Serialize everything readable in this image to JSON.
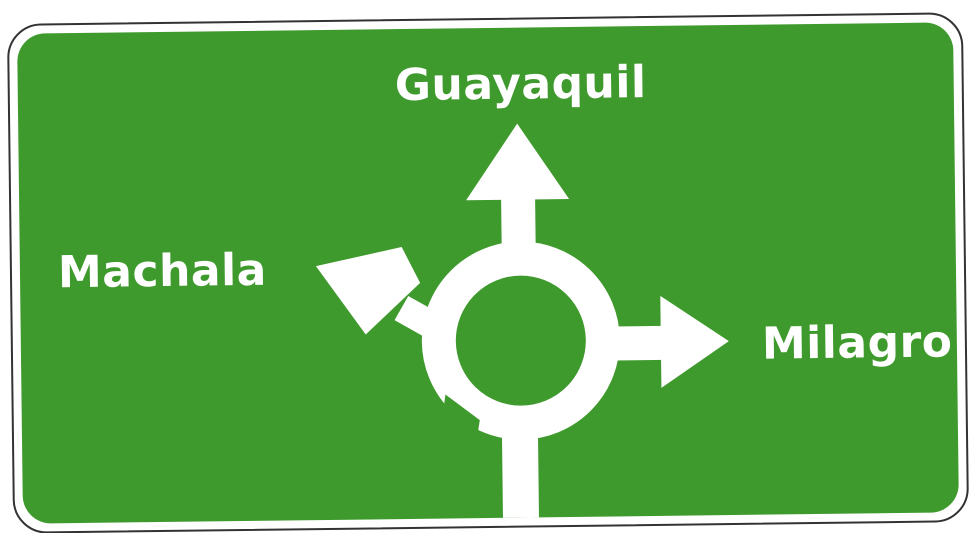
{
  "sign": {
    "background_color": "#3f9a2d",
    "border_color": "#333333",
    "symbol_color": "#ffffff",
    "destinations": {
      "top": "Guayaquil",
      "left": "Machala",
      "right": "Milagro"
    },
    "icons": {
      "roundabout": "roundabout-icon",
      "arrow_up": "arrow-up-icon",
      "arrow_left": "arrow-up-left-icon",
      "arrow_right": "arrow-right-icon",
      "entry": "entry-road-icon"
    }
  }
}
